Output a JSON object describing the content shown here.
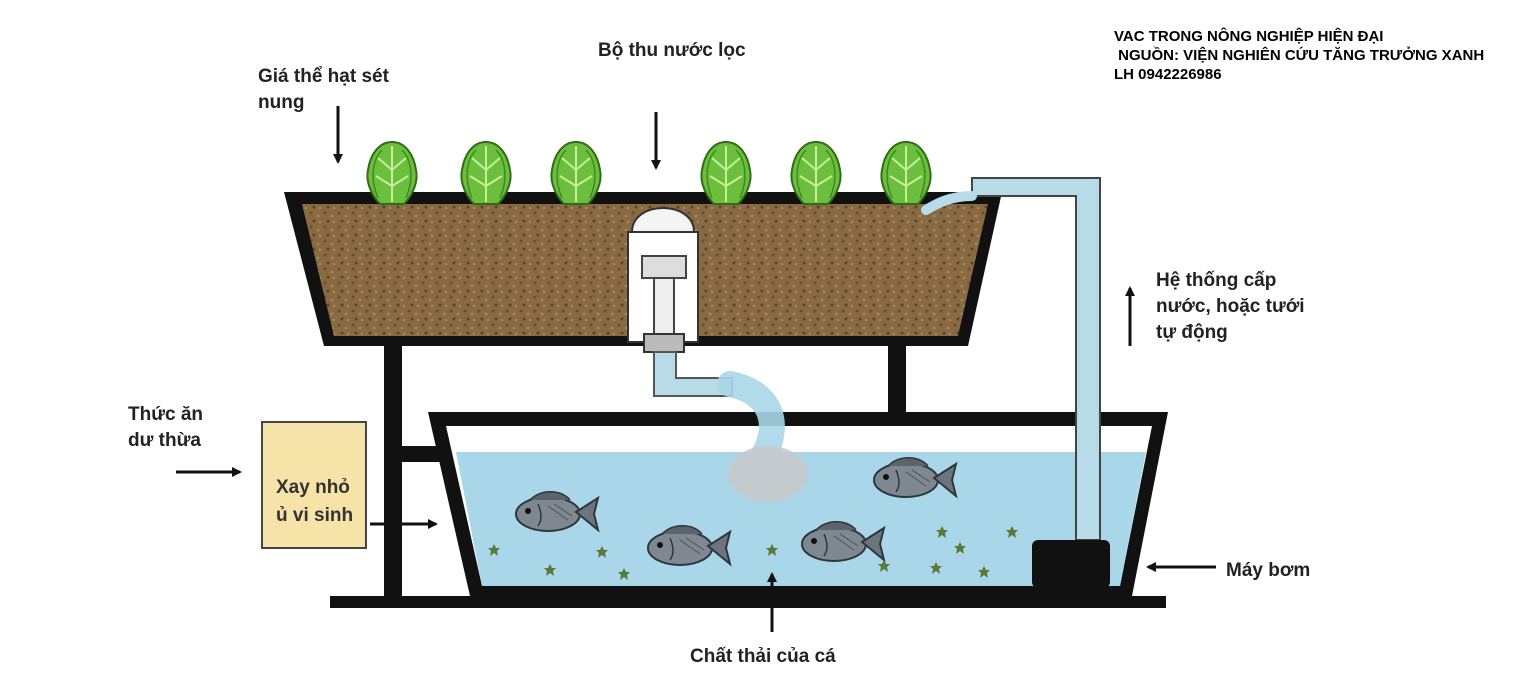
{
  "source": {
    "line1": "VAC TRONG NÔNG NGHIỆP HIỆN ĐẠI",
    "line2": " NGUỒN: VIỆN NGHIÊN CỨU TĂNG TRƯỞNG XANH",
    "line3": "LH 0942226986"
  },
  "labels": {
    "grow_media": [
      "Giá thể hạt sét",
      "nung"
    ],
    "filter_collector": "Bộ thu nước lọc",
    "water_supply": [
      "Hệ thống cấp",
      "nước, hoặc tưới",
      "tự động"
    ],
    "leftover_food": [
      "Thức ăn",
      "dư thừa"
    ],
    "processing_box": [
      "Xay nhỏ",
      "ủ vi sinh"
    ],
    "pump": "Máy bơm",
    "fish_waste": "Chất thải của cá"
  },
  "colors": {
    "soil": "#8a6a42",
    "water": "#a9d6e8",
    "pipe": "#b7dbe8",
    "lettuce": "#6cbf3c",
    "frame": "#111111",
    "box": "#f6e3a8"
  },
  "icons": [
    "lettuce-icon",
    "fish-icon",
    "pump-icon",
    "waste-particle-icon",
    "arrow-icon"
  ]
}
